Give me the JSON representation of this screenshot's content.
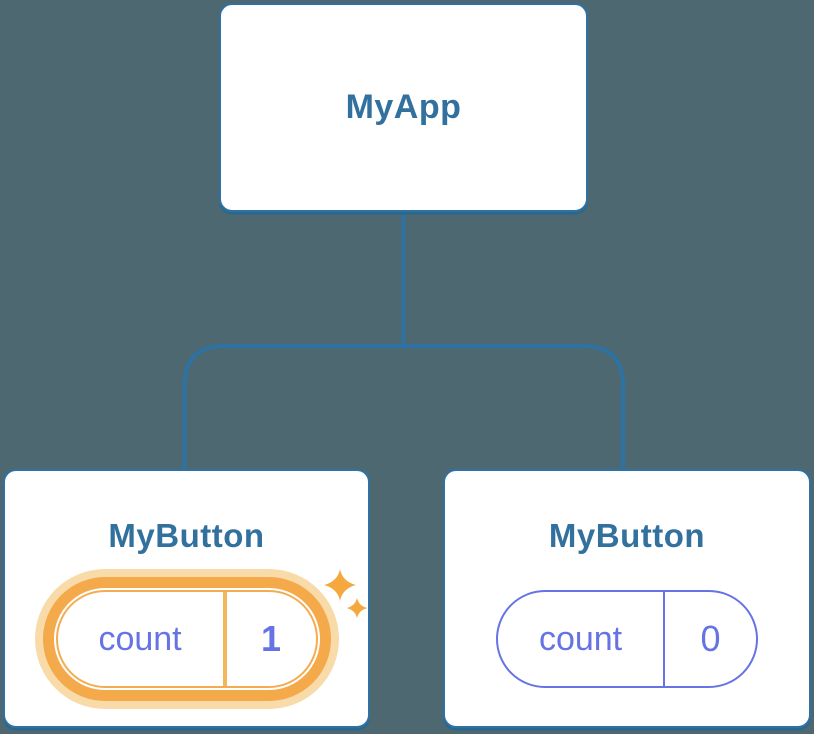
{
  "colors": {
    "background": "#4D6870",
    "node_fill": "#FFFFFF",
    "node_border": "#2E72A4",
    "connector": "#2E72A4",
    "title_text": "#32709E",
    "state_text": "#6673E4",
    "highlight_ring": "#F4A94B",
    "highlight_glow": "#F8DBA8",
    "highlight_divider": "#F5B55C",
    "sparkle": "#F5A83E"
  },
  "diagram": {
    "type": "component-tree",
    "root": {
      "label": "MyApp"
    },
    "children": [
      {
        "label": "MyButton",
        "state": {
          "key": "count",
          "value": "1"
        },
        "highlighted": true
      },
      {
        "label": "MyButton",
        "state": {
          "key": "count",
          "value": "0"
        },
        "highlighted": false
      }
    ]
  }
}
